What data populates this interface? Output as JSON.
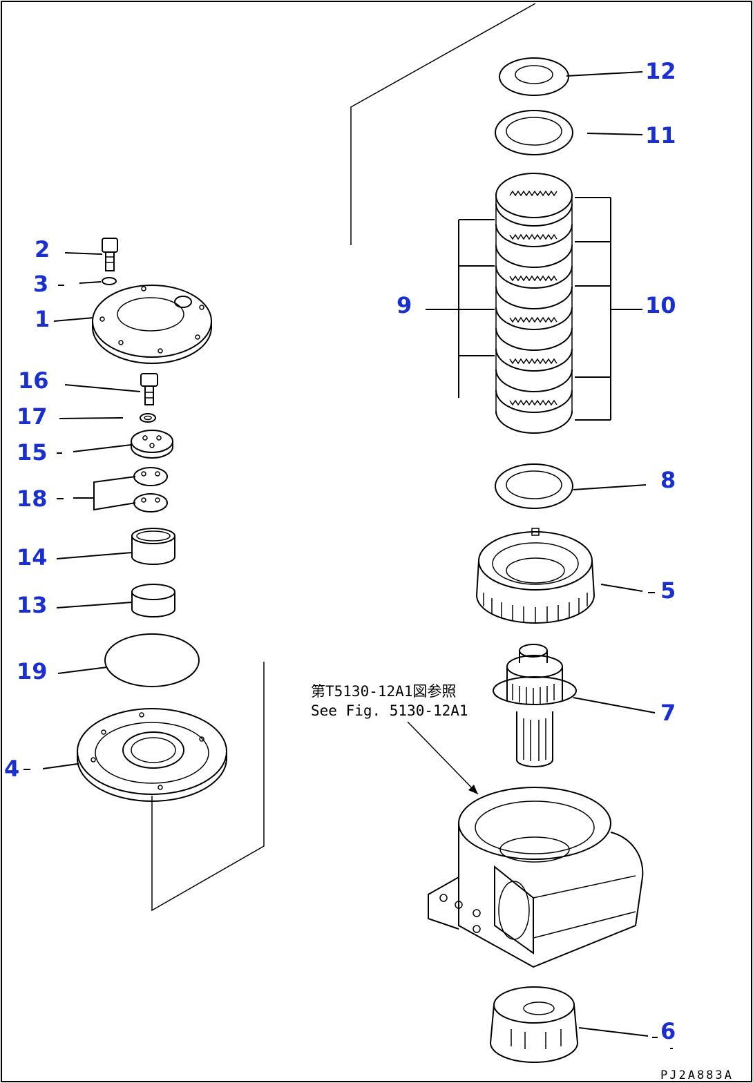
{
  "diagram": {
    "drawing_code": "PJ2A883A",
    "reference_note": {
      "line1": "第T5130-12A1図参照",
      "line2": "See Fig. 5130-12A1"
    },
    "part_numbers": {
      "p1": "1",
      "p2": "2",
      "p3": "3",
      "p4": "4",
      "p5": "5",
      "p6": "6",
      "p7": "7",
      "p8": "8",
      "p9": "9",
      "p10": "10",
      "p11": "11",
      "p12": "12",
      "p13": "13",
      "p14": "14",
      "p15": "15",
      "p16": "16",
      "p17": "17",
      "p18": "18",
      "p19": "19"
    }
  }
}
